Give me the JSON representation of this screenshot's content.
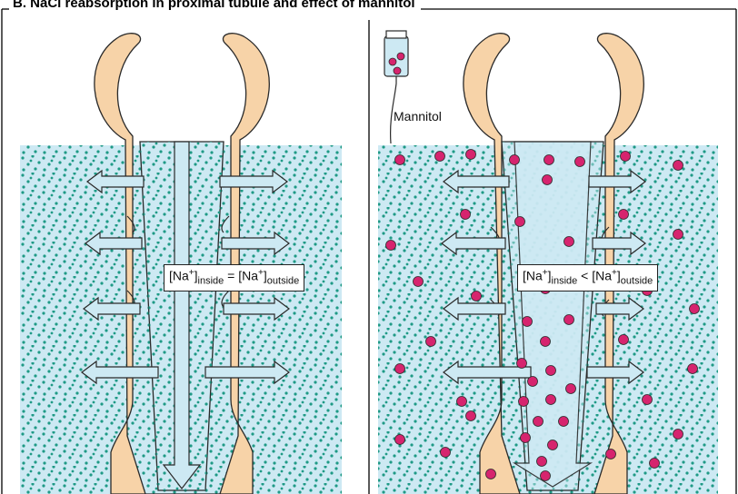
{
  "title": "B. NaCl reabsorption in proximal tubule and effect of mannitol",
  "left_panel": {
    "equation": {
      "left_symbol": "Na",
      "left_charge": "+",
      "left_sub": "inside",
      "relation": "=",
      "right_symbol": "Na",
      "right_charge": "+",
      "right_sub": "outside"
    }
  },
  "right_panel": {
    "infusion_label": "Mannitol",
    "equation": {
      "left_symbol": "Na",
      "left_charge": "+",
      "left_sub": "inside",
      "relation": "<",
      "right_symbol": "Na",
      "right_charge": "+",
      "right_sub": "outside"
    }
  },
  "colors": {
    "tubule_wall": "#f7d3a8",
    "fluid": "#cde9f3",
    "na_dot": "#1f9a86",
    "mannitol_dot": "#d6246e",
    "outline": "#2a2a2a"
  }
}
